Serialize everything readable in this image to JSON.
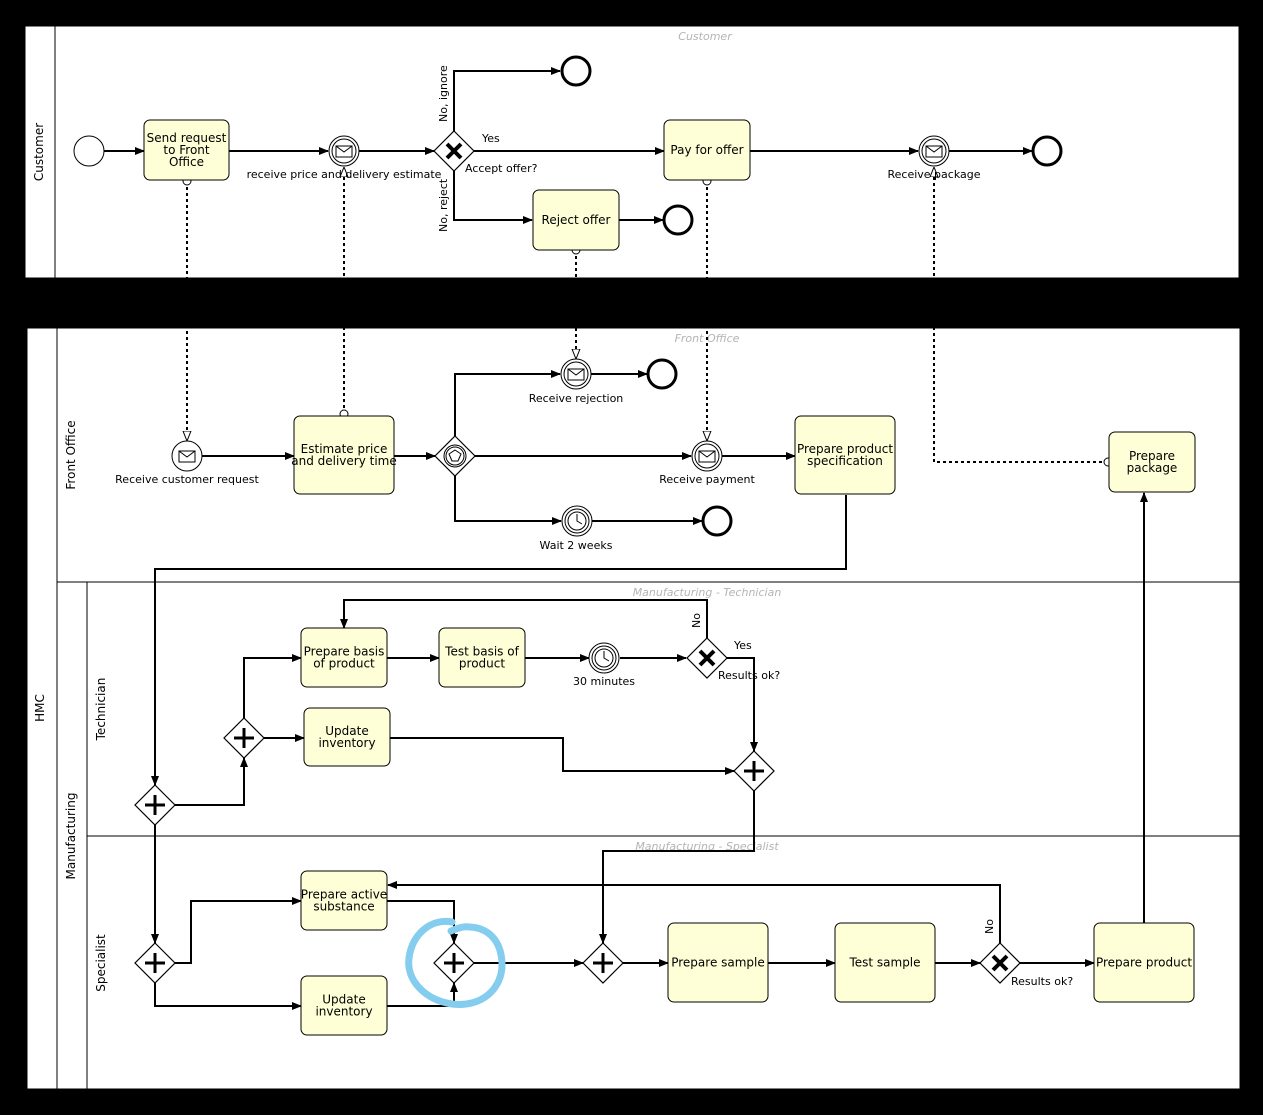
{
  "pools": {
    "customer": {
      "label": "Customer",
      "lane_title": "Customer"
    },
    "hmc": {
      "label": "HMC"
    }
  },
  "lanes": {
    "front_office": {
      "label": "Front Office",
      "title": "Front Office"
    },
    "manufacturing": {
      "label": "Manufacturing"
    },
    "technician": {
      "label": "Technician",
      "title": "Manufacturing - Technician"
    },
    "specialist": {
      "label": "Specialist",
      "title": "Manufacturing - Specialist"
    }
  },
  "tasks": {
    "send_request": [
      "Send request",
      "to Front",
      "Office"
    ],
    "pay_for_offer": [
      "Pay for offer"
    ],
    "reject_offer": [
      "Reject offer"
    ],
    "estimate_price": [
      "Estimate price",
      "and delivery time"
    ],
    "prepare_spec": [
      "Prepare product",
      "specification"
    ],
    "prepare_package": [
      "Prepare",
      "package"
    ],
    "prepare_basis": [
      "Prepare basis",
      "of product"
    ],
    "test_basis": [
      "Test basis of",
      "product"
    ],
    "update_inventory_tech": [
      "Update",
      "inventory"
    ],
    "prepare_active": [
      "Prepare active",
      "substance"
    ],
    "update_inventory_spec": [
      "Update",
      "inventory"
    ],
    "prepare_sample": [
      "Prepare sample"
    ],
    "test_sample": [
      "Test sample"
    ],
    "prepare_product": [
      "Prepare product"
    ]
  },
  "events": {
    "receive_estimate": "receive price and delivery estimate",
    "receive_package": "Receive package",
    "receive_request": "Receive customer request",
    "receive_rejection": "Receive rejection",
    "receive_payment": "Receive payment",
    "wait_2_weeks": "Wait 2 weeks",
    "wait_30_min": "30 minutes"
  },
  "gateways": {
    "accept_offer": "Accept offer?",
    "results_ok_tech": "Results ok?",
    "results_ok_spec": "Results ok?"
  },
  "flow_labels": {
    "no_ignore": "No, ignore",
    "yes_accept": "Yes",
    "no_reject": "No, reject",
    "tech_no": "No",
    "tech_yes": "Yes",
    "spec_no": "No"
  },
  "colors": {
    "task_fill": "#ffffd7",
    "highlight": "#84cdee",
    "lane_title": "#b4b4b4"
  }
}
